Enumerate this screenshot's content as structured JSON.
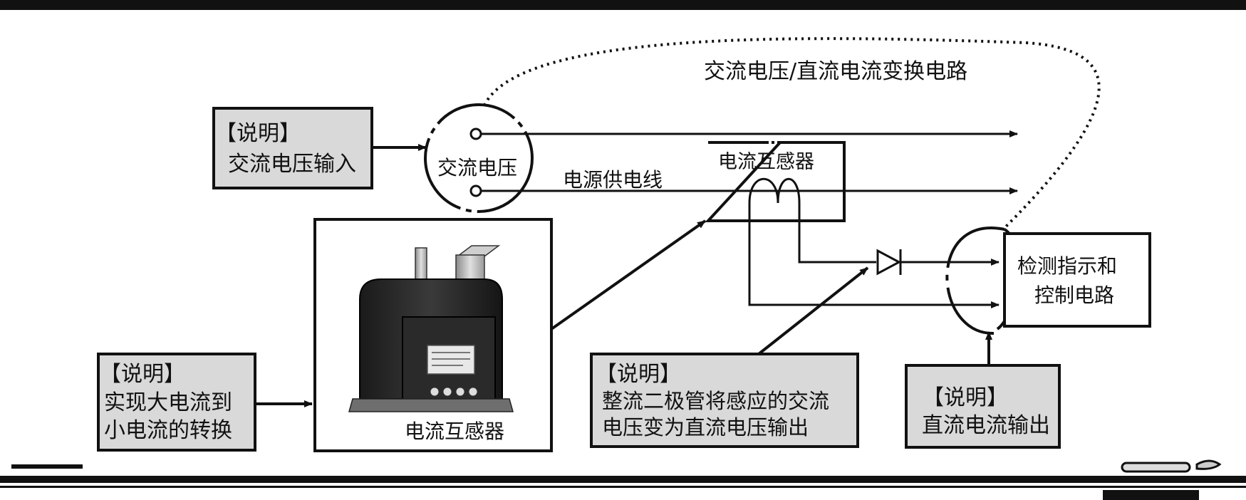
{
  "diagram": {
    "title": "交流电压/直流电流变换电路",
    "ac_source_label": "交流电压",
    "power_line_label": "电源供电线",
    "ct_box_label": "电流互感器",
    "photo_caption": "电流互感器",
    "detector_label_line1": "检测指示和",
    "detector_label_line2": "控制电路"
  },
  "notes": {
    "ac_input": {
      "heading": "【说明】",
      "line1": "交流电压输入"
    },
    "ct_function": {
      "heading": "【说明】",
      "line1": "实现大电流到",
      "line2": "小电流的转换"
    },
    "rectifier": {
      "heading": "【说明】",
      "line1": "整流二极管将感应的交流",
      "line2": "电压变为直流电压输出"
    },
    "dc_output": {
      "heading": "【说明】",
      "line1": "直流电流输出"
    }
  },
  "colors": {
    "note_fill": "#d9d9d9",
    "ink": "#111111",
    "paper": "#ffffff"
  }
}
